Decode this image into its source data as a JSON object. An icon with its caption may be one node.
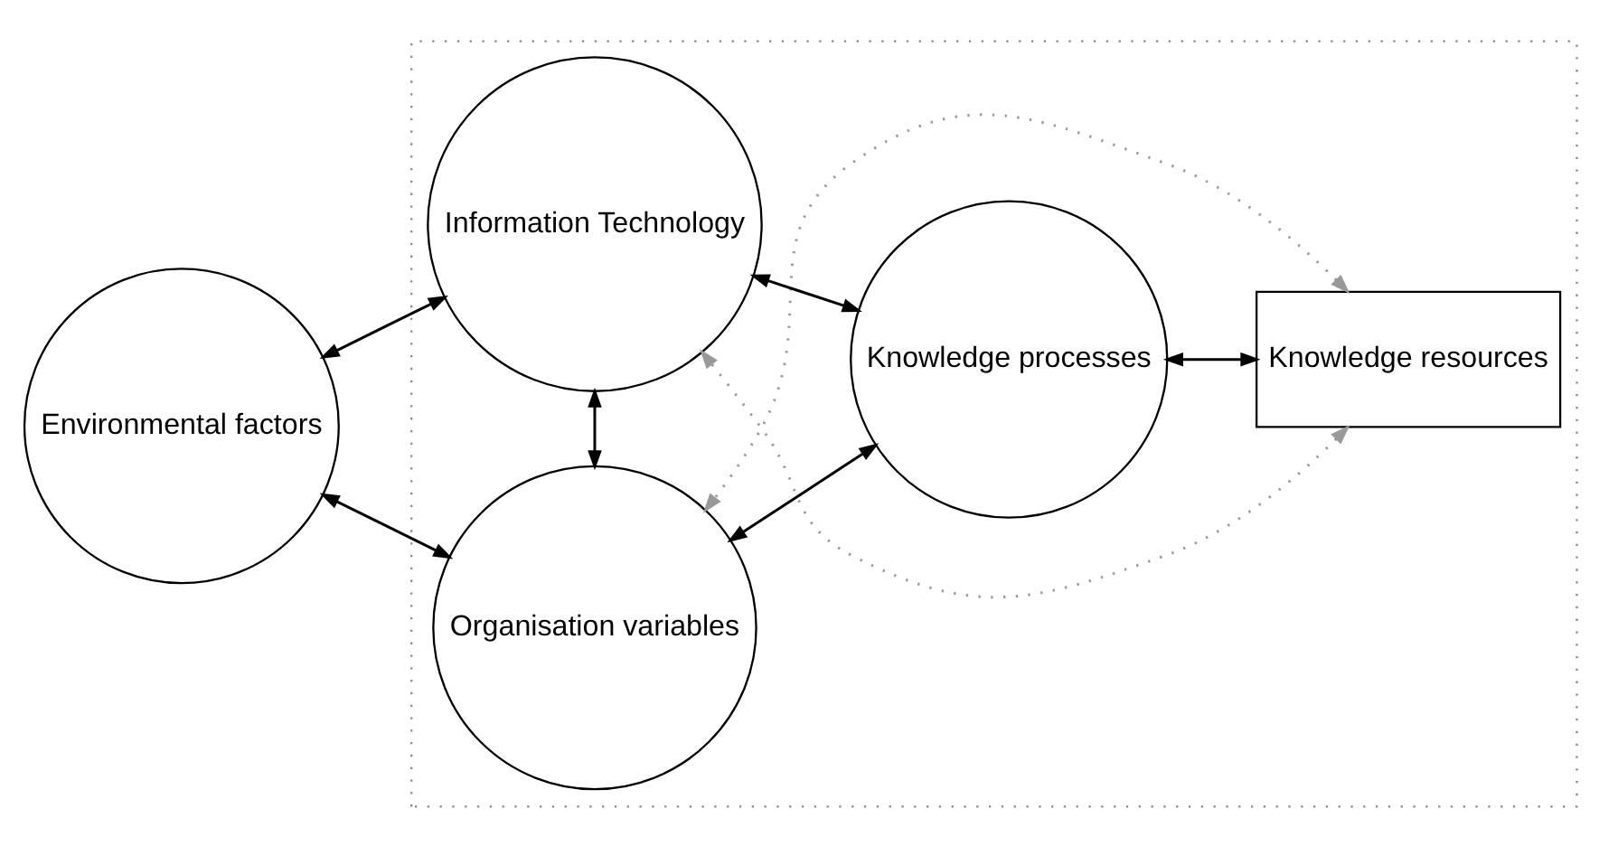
{
  "diagram": {
    "nodes": [
      {
        "text": [
          "Environmental factors"
        ]
      },
      {
        "text": [],
        "shape": "box"
      },
      {
        "text": [
          "Organisation variables"
        ],
        "in": 1
      },
      {
        "text": [
          "Knowledge processes"
        ],
        "in": 1
      },
      {
        "text": [
          "Knowledge resources"
        ],
        "in": 1
      },
      {
        "text": [
          "Information Technology"
        ],
        "in": 1
      }
    ],
    "edges": [
      {
        "from": 0,
        "to": 2,
        "arrow": "both"
      },
      {
        "from": 0,
        "to": 5,
        "arrow": "both"
      },
      {
        "from": 2,
        "to": 5,
        "arrow": "both"
      },
      {
        "from": 2,
        "to": 3,
        "arrow": "both"
      },
      {
        "from": 5,
        "to": 3,
        "arrow": "both"
      },
      {
        "from": 3,
        "to": 4,
        "arrow": "both"
      },
      {
        "from": 4,
        "to": 2,
        "arrow": "both",
        "style": "dashed",
        "color": "#999999"
      },
      {
        "from": 4,
        "to": 5,
        "arrow": "both",
        "style": "dashed",
        "color": "#999999"
      }
    ]
  }
}
